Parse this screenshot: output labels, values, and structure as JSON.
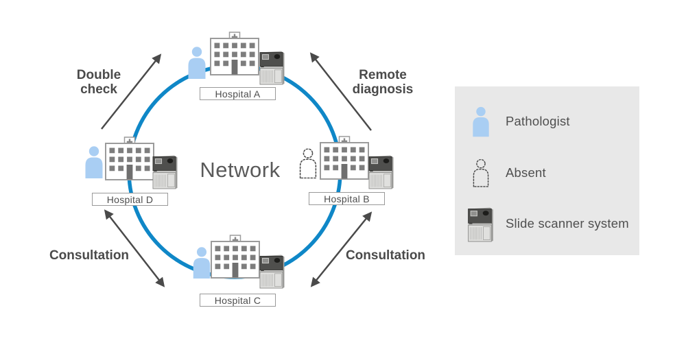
{
  "diagram": {
    "center_label": "Network",
    "hospitals": [
      {
        "name": "Hospital A",
        "staff": "Pathologist"
      },
      {
        "name": "Hospital B",
        "staff": "Absent"
      },
      {
        "name": "Hospital C",
        "staff": "Pathologist"
      },
      {
        "name": "Hospital D",
        "staff": "Pathologist"
      }
    ],
    "flows": [
      {
        "label": "Double check",
        "position": "top-left",
        "arrow": "one-way"
      },
      {
        "label": "Remote diagnosis",
        "position": "top-right",
        "arrow": "one-way"
      },
      {
        "label": "Consultation",
        "position": "bottom-left",
        "arrow": "two-way"
      },
      {
        "label": "Consultation",
        "position": "bottom-right",
        "arrow": "two-way"
      }
    ]
  },
  "legend": {
    "items": [
      {
        "icon": "pathologist-icon",
        "label": "Pathologist"
      },
      {
        "icon": "absent-icon",
        "label": "Absent"
      },
      {
        "icon": "slide-scanner-icon",
        "label": "Slide scanner system"
      }
    ]
  },
  "colors": {
    "network_ring": "#0F87C7",
    "pathologist_blue": "#A9CEF3",
    "arrow_gray": "#4A4A4A",
    "text_gray": "#4D4D4D",
    "legend_bg": "#E8E8E8",
    "label_border": "#999999"
  }
}
